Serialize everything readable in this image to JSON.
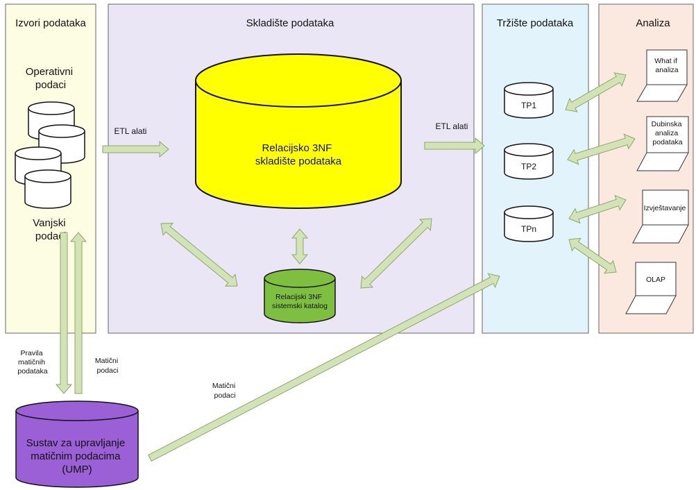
{
  "lanes": {
    "sources": "Izvori podataka",
    "warehouse": "Skladište podataka",
    "marts": "Tržište podataka",
    "analysis": "Analiza"
  },
  "sources": {
    "operational": [
      "Operativni",
      "podaci"
    ],
    "external": [
      "Vanjski",
      "podaci"
    ]
  },
  "warehouse": {
    "main": [
      "Relacijsko 3NF",
      "skladište podataka"
    ],
    "catalog": [
      "Relacijski 3NF",
      "sistemski katalog"
    ]
  },
  "etl": [
    "ETL alati",
    "ETL alati"
  ],
  "marts": [
    "TP1",
    "TP2",
    "TPn"
  ],
  "analysis_tools": [
    [
      "What if",
      "analiza"
    ],
    [
      "Dubinska",
      "analiza",
      "podataka"
    ],
    [
      "Izvještavanje"
    ],
    [
      "OLAP"
    ]
  ],
  "mdm_labels": {
    "rules": [
      "Pravila",
      "matičnih",
      "podataka"
    ],
    "master_data_up": [
      "Matični",
      "podaci"
    ],
    "master_data_mart": [
      "Matični",
      "podaci"
    ]
  },
  "ump": [
    "Sustav za upravljanje",
    "matičnim podacima",
    "(UMP)"
  ],
  "colors": {
    "sources_bg": "#fdfde3",
    "warehouse_bg": "#ebe6f5",
    "marts_bg": "#e3f3fb",
    "analysis_bg": "#fbe9e0",
    "main_db": "#ffff00",
    "catalog_db": "#7fbf3f",
    "ump_db": "#9b5fd6",
    "arrow_fill": "#d3e3b7",
    "arrow_stroke": "#8aa865"
  }
}
